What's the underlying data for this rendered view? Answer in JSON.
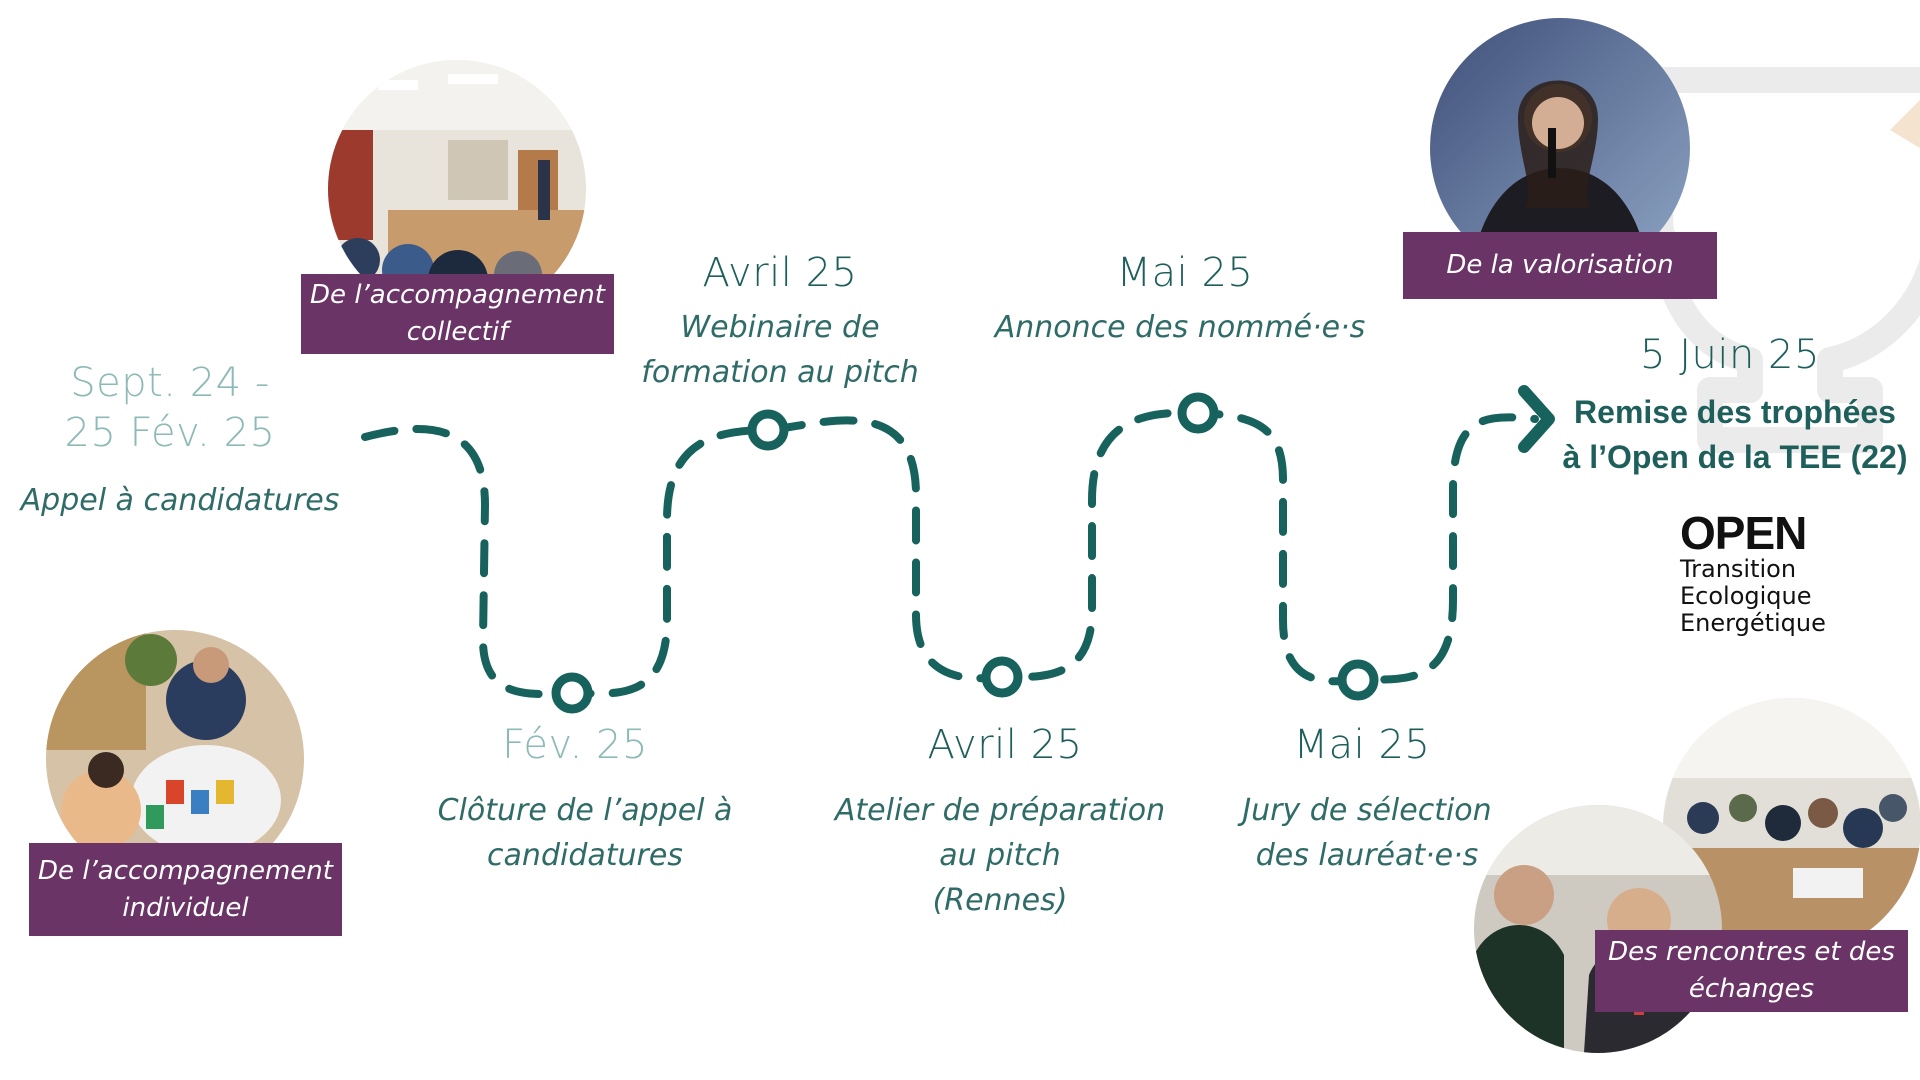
{
  "steps": [
    {
      "id": "start",
      "date_line1": "Sept. 24 -",
      "date_line2": "25 Fév. 25",
      "desc": [
        "Appel à  candidatures"
      ]
    },
    {
      "id": "feb",
      "date": "Fév. 25",
      "desc": [
        "Clôture de l’appel à",
        "candidatures"
      ]
    },
    {
      "id": "apr-webinar",
      "date": "Avril 25",
      "desc": [
        "Webinaire de",
        "formation au pitch"
      ]
    },
    {
      "id": "apr-atelier",
      "date": "Avril 25",
      "desc": [
        "Atelier de préparation",
        "au pitch",
        "(Rennes)"
      ]
    },
    {
      "id": "may-annonce",
      "date": "Mai 25",
      "desc": [
        "Annonce des nommé·e·s"
      ]
    },
    {
      "id": "may-jury",
      "date": "Mai 25",
      "desc": [
        "Jury de sélection",
        "des lauréat·e·s"
      ]
    },
    {
      "id": "final",
      "date": "5 Juin 25",
      "title": [
        "Remise des trophées",
        "à l’Open de la TEE (22)"
      ]
    }
  ],
  "labels": {
    "collectif": [
      "De l’accompagnement",
      "collectif"
    ],
    "individuel": [
      "De l’accompagnement",
      "individuel"
    ],
    "valorisation": [
      "De la valorisation"
    ],
    "rencontres": [
      "Des rencontres et des",
      "échanges"
    ]
  },
  "logo": {
    "word": "OPEN",
    "lines": [
      "Transition",
      "Ecologique",
      "Energétique"
    ]
  },
  "colors": {
    "teal": "#1f5f5b",
    "teal_light": "#8dbab6",
    "purple": "#6a3466"
  },
  "icons": {
    "trophy": "trophy-icon",
    "arrow": "arrow-head-icon"
  }
}
